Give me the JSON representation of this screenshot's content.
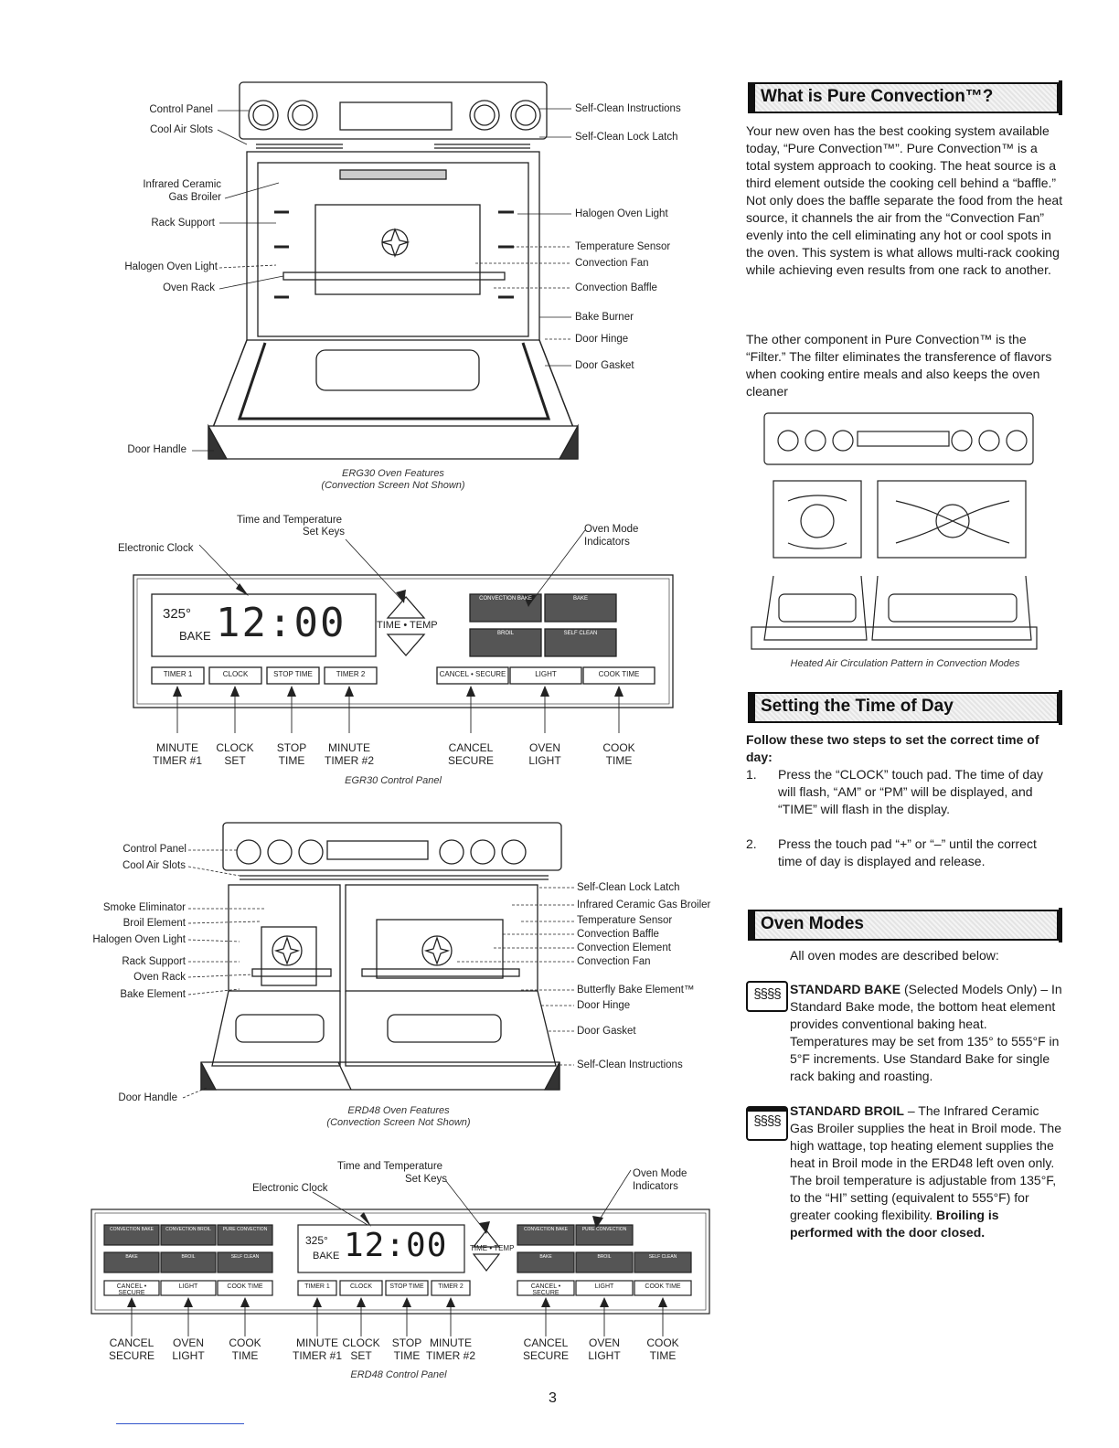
{
  "erg30_features": {
    "labels_left": [
      "Control Panel",
      "Cool Air Slots",
      "Infrared Ceramic",
      "Gas Broiler",
      "Rack Support",
      "Halogen Oven Light",
      "Oven Rack",
      "Door Handle"
    ],
    "labels_right": [
      "Self-Clean Instructions",
      "Self-Clean Lock Latch",
      "Halogen Oven Light",
      "Temperature Sensor",
      "Convection Fan",
      "Convection Baffle",
      "Bake Burner",
      "Door Hinge",
      "Door Gasket"
    ],
    "caption1": "ERG30 Oven Features",
    "caption2": "(Convection Screen Not Shown)"
  },
  "egr30_panel": {
    "callouts": {
      "clock": "Electronic Clock",
      "keys1": "Time and Temperature",
      "keys2": "Set Keys",
      "mode1": "Oven Mode",
      "mode2": "Indicators"
    },
    "display": {
      "temp": "325°",
      "mode": "BAKE",
      "time": "12:00",
      "timetemp": "TIME • TEMP"
    },
    "mode_keys": [
      "CONVECTION BAKE",
      "BAKE",
      "BROIL",
      "SELF CLEAN"
    ],
    "pads": [
      "TIMER 1",
      "CLOCK",
      "STOP TIME",
      "TIMER 2",
      "CANCEL • SECURE",
      "LIGHT",
      "COOK TIME"
    ],
    "names": [
      [
        "MINUTE",
        "TIMER #1"
      ],
      [
        "CLOCK",
        "SET"
      ],
      [
        "STOP",
        "TIME"
      ],
      [
        "MINUTE",
        "TIMER #2"
      ],
      [
        "CANCEL",
        "SECURE"
      ],
      [
        "OVEN",
        "LIGHT"
      ],
      [
        "COOK",
        "TIME"
      ]
    ],
    "caption": "EGR30 Control Panel"
  },
  "erd48_features": {
    "labels_left": [
      "Control Panel",
      "Cool Air Slots",
      "Smoke Eliminator",
      "Broil Element",
      "Halogen Oven Light",
      "Rack Support",
      "Oven Rack",
      "Bake Element",
      "Door Handle"
    ],
    "labels_right": [
      "Self-Clean Lock Latch",
      "Infrared Ceramic Gas Broiler",
      "Temperature Sensor",
      "Convection Baffle",
      "Convection Element",
      "Convection Fan",
      "Butterfly Bake Element™",
      "Door Hinge",
      "Door Gasket",
      "Self-Clean Instructions"
    ],
    "caption1": "ERD48 Oven Features",
    "caption2": "(Convection Screen Not Shown)"
  },
  "erd48_panel": {
    "callouts": {
      "clock": "Electronic Clock",
      "keys1": "Time and Temperature",
      "keys2": "Set Keys",
      "mode1": "Oven Mode",
      "mode2": "Indicators"
    },
    "display": {
      "temp": "325°",
      "mode": "BAKE",
      "time": "12:00",
      "timetemp": "TIME • TEMP"
    },
    "left_keys": [
      "CONVECTION BAKE",
      "CONVECTION BROIL",
      "PURE CONVECTION",
      "BAKE",
      "BROIL",
      "SELF CLEAN"
    ],
    "right_keys": [
      "CONVECTION BAKE",
      "PURE CONVECTION",
      "BAKE",
      "BROIL",
      "SELF CLEAN"
    ],
    "pads_left": [
      "CANCEL • SECURE",
      "LIGHT",
      "COOK TIME"
    ],
    "pads_mid": [
      "TIMER 1",
      "CLOCK",
      "STOP TIME",
      "TIMER 2"
    ],
    "pads_right": [
      "CANCEL • SECURE",
      "LIGHT",
      "COOK TIME"
    ],
    "names_left": [
      [
        "CANCEL",
        "SECURE"
      ],
      [
        "OVEN",
        "LIGHT"
      ],
      [
        "COOK",
        "TIME"
      ]
    ],
    "names_mid": [
      [
        "MINUTE",
        "TIMER #1"
      ],
      [
        "CLOCK",
        "SET"
      ],
      [
        "STOP",
        "TIME"
      ],
      [
        "MINUTE",
        "TIMER #2"
      ]
    ],
    "names_right": [
      [
        "CANCEL",
        "SECURE"
      ],
      [
        "OVEN",
        "LIGHT"
      ],
      [
        "COOK",
        "TIME"
      ]
    ],
    "caption": "ERD48 Control Panel"
  },
  "pure_convection": {
    "heading": "What is Pure Convection™?",
    "p1": "Your new oven has the best cooking system available today, “Pure Convection™”. Pure Convection™ is a total system approach to cooking. The heat source is a third element outside the cooking cell behind a “baffle.” Not only does the baffle separate the food from the heat source, it channels the air from the “Convection Fan” evenly into the cell eliminating any hot or cool spots in the oven. This system is what allows multi-rack cooking while achieving even results from one rack to another.",
    "p2": "The other component in Pure Convection™ is the “Filter.” The filter eliminates the transference of flavors when cooking entire meals and also keeps the oven cleaner",
    "caption": "Heated Air Circulation Pattern in Convection Modes"
  },
  "time_of_day": {
    "heading": "Setting the Time of Day",
    "intro": "Follow these two steps to set the correct time of day:",
    "steps": [
      {
        "n": "1.",
        "text": "Press the “CLOCK” touch pad. The time of day will flash, “AM” or “PM” will be displayed, and “TIME” will flash in the display."
      },
      {
        "n": "2.",
        "text": "Press the touch pad “+” or “–” until the correct time of day is displayed and release."
      }
    ]
  },
  "oven_modes": {
    "heading": "Oven Modes",
    "intro": "All oven modes are described below:",
    "bake_title": "STANDARD BAKE",
    "bake_text": " (Selected Models Only) – In Standard Bake mode, the bottom heat element provides conventional baking heat. Temperatures may be set from 135° to 555°F in 5°F increments. Use Standard Bake for single rack baking and roasting.",
    "broil_title": "STANDARD BROIL",
    "broil_text": " – The Infrared Ceramic Gas Broiler supplies the heat in Broil mode. The high wattage, top heating element supplies the heat in Broil mode in the ERD48 left oven only. The broil temperature is adjustable from 135°F, to the “HI” setting (equivalent to 555°F) for greater cooking flexibility. ",
    "broil_bold": "Broiling is performed with the door closed."
  },
  "page_number": "3"
}
